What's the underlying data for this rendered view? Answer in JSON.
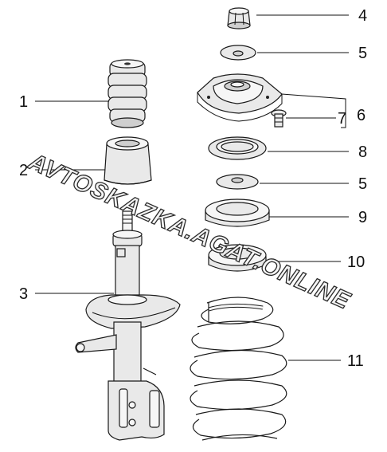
{
  "callouts": [
    {
      "id": "1",
      "label": "1"
    },
    {
      "id": "2",
      "label": "2"
    },
    {
      "id": "3",
      "label": "3"
    },
    {
      "id": "4",
      "label": "4"
    },
    {
      "id": "5a",
      "label": "5"
    },
    {
      "id": "6",
      "label": "6"
    },
    {
      "id": "7",
      "label": "7"
    },
    {
      "id": "8",
      "label": "8"
    },
    {
      "id": "5b",
      "label": "5"
    },
    {
      "id": "9",
      "label": "9"
    },
    {
      "id": "10",
      "label": "10"
    },
    {
      "id": "11",
      "label": "11"
    }
  ],
  "watermark": {
    "text": "AVTOSKAZKA.AGAT.ONLINE"
  },
  "colors": {
    "line": "#111111",
    "fill": "#e9e9e9",
    "background": "#ffffff"
  }
}
